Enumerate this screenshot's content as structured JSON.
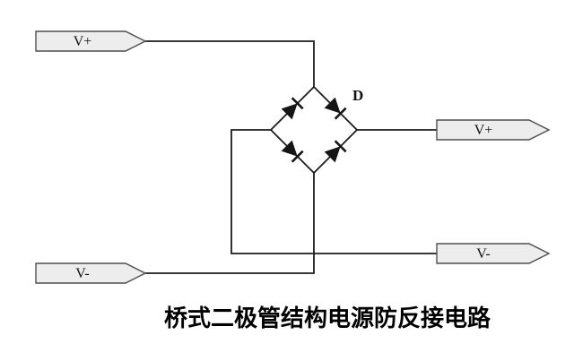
{
  "diagram": {
    "caption": "桥式二极管结构电源防反接电路",
    "bridge_label": "D",
    "terminals": {
      "input_positive": {
        "label": "V+"
      },
      "input_negative": {
        "label": "V-"
      },
      "output_positive": {
        "label": "V+"
      },
      "output_negative": {
        "label": "V-"
      }
    },
    "components": {
      "diode_count": "4",
      "diode_icon": "diode-symbol"
    },
    "colors": {
      "background": "#ffffff",
      "wire": "#1c1c1c",
      "diode_fill": "#151515",
      "tag_fill": "#ededed",
      "tag_border": "#4f4f4f",
      "text": "#111111"
    }
  }
}
